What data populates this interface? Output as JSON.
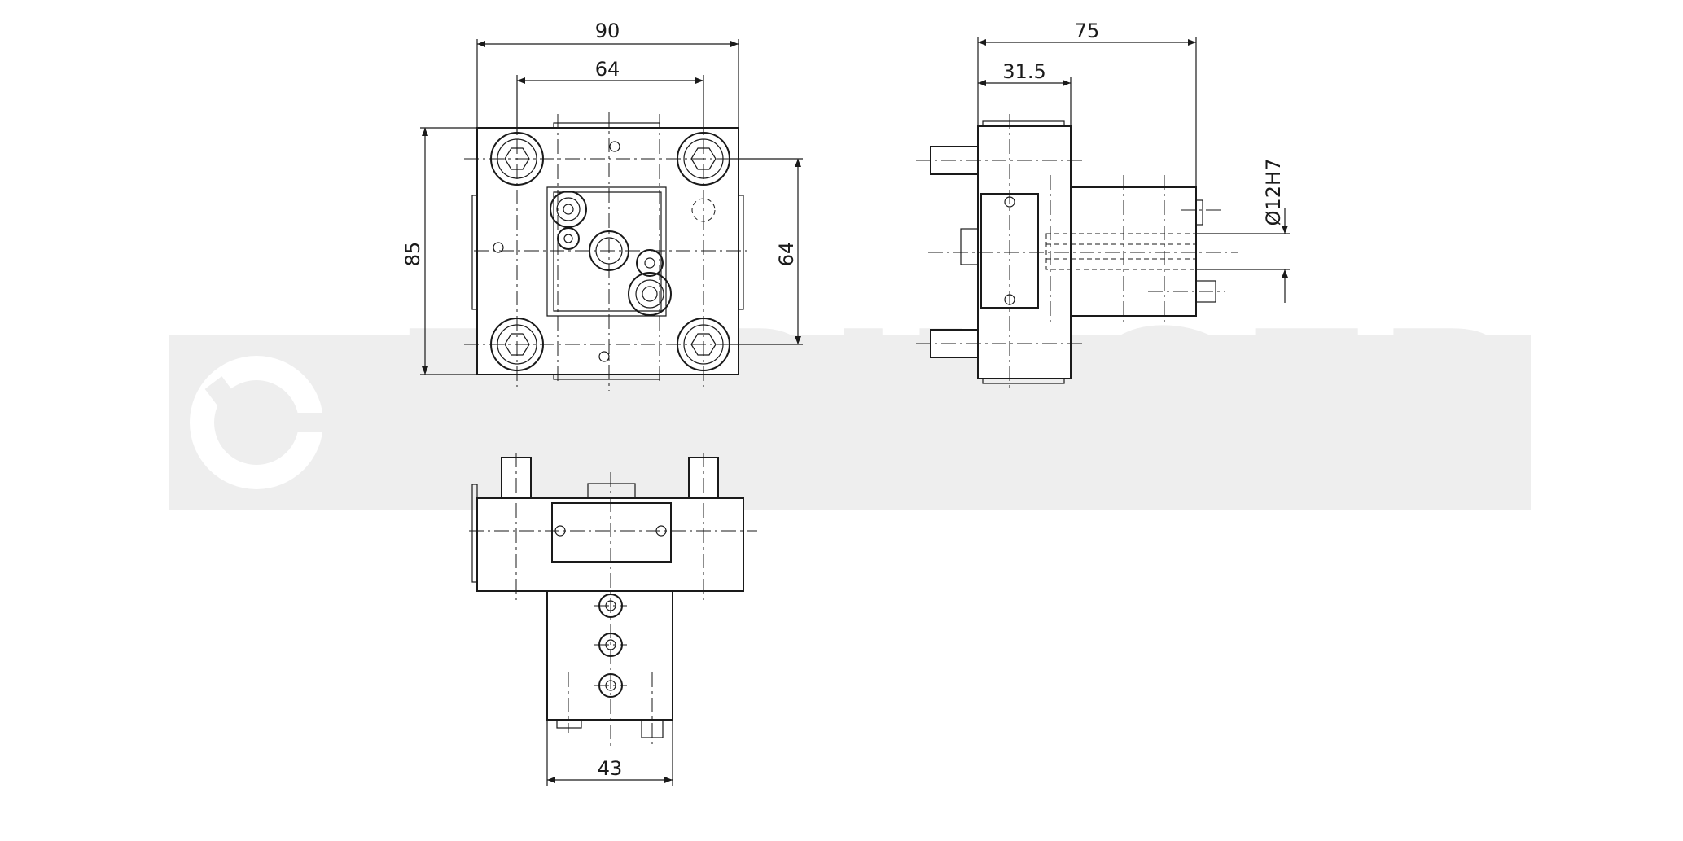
{
  "watermark": {
    "text": "EPPINGER",
    "color": "#eeeeee"
  },
  "front_view": {
    "dim_width_outer": "90",
    "dim_width_holes": "64",
    "dim_height_outer": "85",
    "dim_height_holes": "64"
  },
  "side_view": {
    "dim_length_total": "75",
    "dim_length_body": "31.5",
    "dim_bore": "Ø12H7"
  },
  "top_view": {
    "dim_width_shank": "43"
  },
  "icons": [
    "eppinger-logo-icon"
  ]
}
